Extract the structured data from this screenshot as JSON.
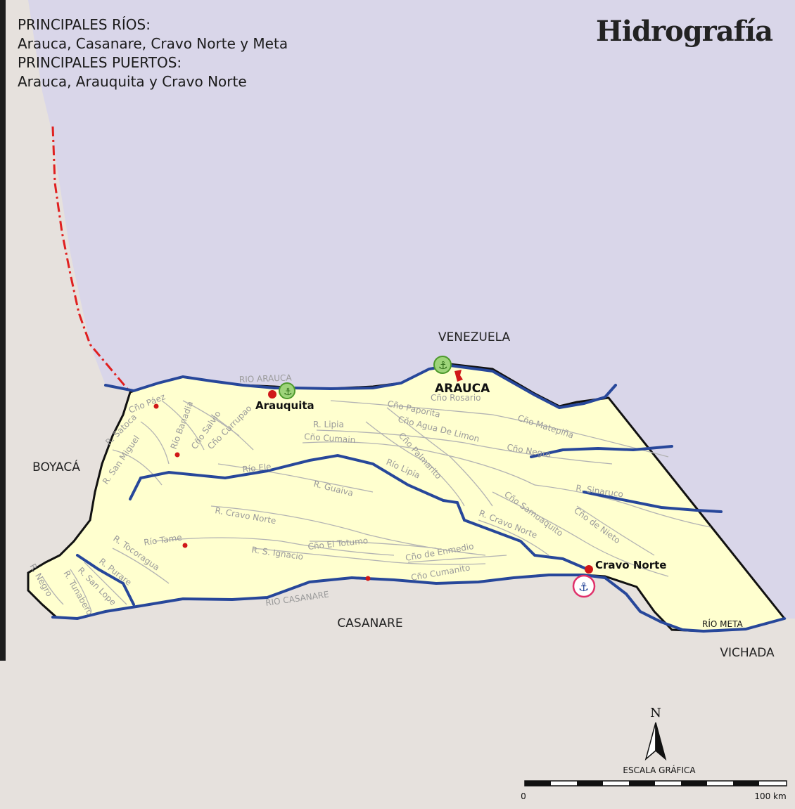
{
  "header": {
    "line1": "PRINCIPALES RÍOS:",
    "line2": "Arauca, Casanare, Cravo Norte y Meta",
    "line3": "PRINCIPALES PUERTOS:",
    "line4": "Arauca, Arauquita y Cravo Norte"
  },
  "title": "Hidrografía",
  "regions": {
    "venezuela": "VENEZUELA",
    "boyaca": "BOYACÁ",
    "casanare": "CASANARE",
    "vichada": "VICHADA"
  },
  "cities": {
    "arauca": "ARAUCA",
    "arauquita": "Arauquita",
    "cravo_norte": "Cravo Norte"
  },
  "rivers": {
    "rio_arauca": "RIO ARAUCA",
    "rio_casanare": "RIO CASANARE",
    "rio_meta": "RÍO META",
    "cno_rosario": "Cño Rosario",
    "cno_paporita": "Cño Paporita",
    "cno_agua_de_limon": "Cño Agua De Limon",
    "cno_matepiña": "Cño Matepiña",
    "cno_negro": "Cño Negro",
    "r_lipia": "R. Lipia",
    "cno_cumain": "Cño Cumain",
    "cno_palmarito": "Cño Palmarito",
    "rio_lipia": "Río Lipia",
    "rio_ele": "Río Ele",
    "r_guaiva": "R. Guaiva",
    "r_sinaruco": "R. Sinaruco",
    "cno_de_nieto": "Cño de Nieto",
    "cno_samuaquito": "Cño Samuaquito",
    "r_cravo_norte_1": "R. Cravo Norte",
    "r_cravo_norte_2": "R. Cravo Norte",
    "rio_tame": "Río Tame",
    "r_s_ignacio": "R. S. Ignacio",
    "cno_el_totumo": "Cño El Totumo",
    "cno_de_enmedio": "Cño de Enmedio",
    "cno_cumanito": "Cño Cumanito",
    "r_tocoragua": "R. Tocoragua",
    "r_purare": "R. Purare",
    "r_san_lope": "R. San Lope",
    "r_tunabero": "R. Tunabero",
    "r_negro": "R. Negro",
    "r_san_miguel": "R. San Miguel",
    "r_satoca": "R. Satoca",
    "cno_paez": "Cño Páez",
    "rio_banadia": "Río Banadia",
    "cno_salvio": "Cño Salvio",
    "cno_currupao": "Cño Currupao"
  },
  "compass": {
    "north": "N"
  },
  "scale": {
    "title": "ESCALA GRÁFICA",
    "start": "0",
    "end": "100 km"
  },
  "colors": {
    "venezuela_fill": "#d9d6e9",
    "land_fill": "#e6e1dd",
    "department_fill": "#ffffcf",
    "river_main": "#27479a",
    "river_minor": "#b3b3b3",
    "boundary": "#111111",
    "border_dash": "#e02020",
    "port_arauca": "#7cc14e",
    "port_cravo": "#e0306a",
    "city_dot": "#d01818"
  }
}
